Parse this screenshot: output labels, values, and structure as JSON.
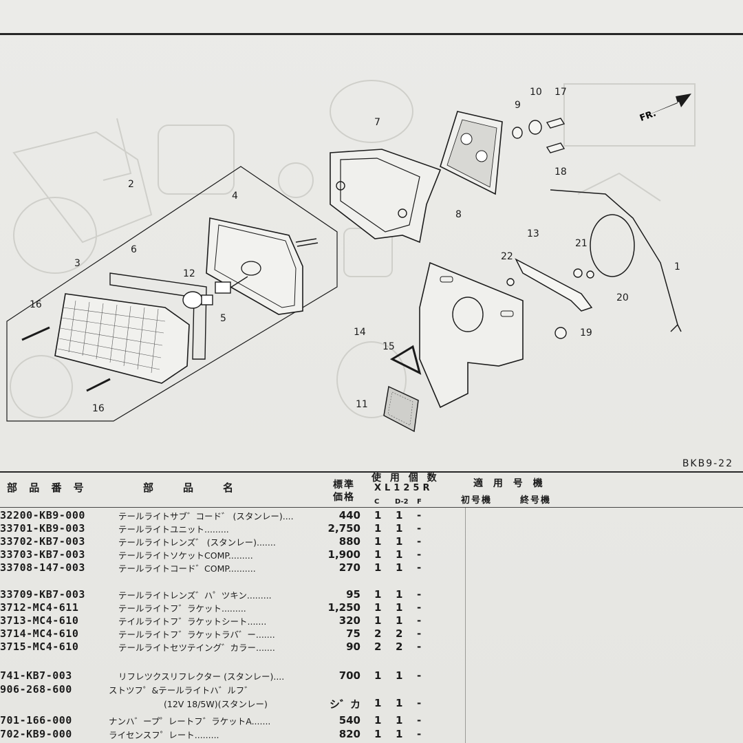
{
  "ref_code": "BKB9-22",
  "diagram": {
    "fr_label": "FR.",
    "callouts": [
      "1",
      "2",
      "3",
      "4",
      "5",
      "6",
      "7",
      "8",
      "9",
      "10",
      "11",
      "12",
      "13",
      "14",
      "15",
      "16",
      "16",
      "17",
      "18",
      "19",
      "20",
      "21",
      "22"
    ]
  },
  "table": {
    "col_part_no": "部 品 番 号",
    "col_name": "部　品　名",
    "col_price_1": "標準",
    "col_price_2": "価格",
    "col_usage": "使 用 個 数",
    "col_model": "XL125R",
    "col_c": "C",
    "col_d2": "D-2",
    "col_f": "F",
    "col_applicable": "適 用 号 機",
    "col_first": "初号機",
    "col_last": "終号機",
    "rows": [
      {
        "part_no": "32200-KB9-000",
        "name": "テールライトサブ゛コード゛ (スタンレー)....",
        "price": "440",
        "c": "1",
        "d2": "1",
        "f": "-"
      },
      {
        "part_no": "33701-KB9-003",
        "name": "テールライトユニット.........",
        "price": "2,750",
        "c": "1",
        "d2": "1",
        "f": "-"
      },
      {
        "part_no": "33702-KB7-003",
        "name": "テールライトレンズ゛ (スタンレー).......",
        "price": "880",
        "c": "1",
        "d2": "1",
        "f": "-"
      },
      {
        "part_no": "33703-KB7-003",
        "name": "テールライトソケットCOMP.........",
        "price": "1,900",
        "c": "1",
        "d2": "1",
        "f": "-"
      },
      {
        "part_no": "33708-147-003",
        "name": "テールライトコード゛COMP..........",
        "price": "270",
        "c": "1",
        "d2": "1",
        "f": "-"
      },
      {
        "part_no": "33709-KB7-003",
        "name": "テールライトレンズ゛ハ゜ツキン.........",
        "price": "95",
        "c": "1",
        "d2": "1",
        "f": "-"
      },
      {
        "part_no": "3712-MC4-611",
        "name": "テールライトフ゛ラケット.........",
        "price": "1,250",
        "c": "1",
        "d2": "1",
        "f": "-"
      },
      {
        "part_no": "3713-MC4-610",
        "name": "テイルライトフ゛ラケットシート.......",
        "price": "320",
        "c": "1",
        "d2": "1",
        "f": "-"
      },
      {
        "part_no": "3714-MC4-610",
        "name": "テールライトフ゛ラケットラバ゛ー.......",
        "price": "75",
        "c": "2",
        "d2": "2",
        "f": "-"
      },
      {
        "part_no": "3715-MC4-610",
        "name": "テールライトセツテイング゛カラー.......",
        "price": "90",
        "c": "2",
        "d2": "2",
        "f": "-"
      },
      {
        "part_no": "741-KB7-003",
        "name": "リフレツクスリフレクター (スタンレー)....",
        "price": "700",
        "c": "1",
        "d2": "1",
        "f": "-"
      },
      {
        "part_no": "906-268-600",
        "name": "ストツフ゜&テールライトハ゛ルフ゛",
        "price": "",
        "c": "",
        "d2": "",
        "f": ""
      },
      {
        "part_no": "",
        "name": "(12V 18/5W)(スタンレー)",
        "price": "シ゛カ",
        "c": "1",
        "d2": "1",
        "f": "-"
      },
      {
        "part_no": "701-166-000",
        "name": "ナンハ゛ープ゜レートフ゛ラケットA.......",
        "price": "540",
        "c": "1",
        "d2": "1",
        "f": "-"
      },
      {
        "part_no": "702-KB9-000",
        "name": "ライセンスフ゜レート.........",
        "price": "820",
        "c": "1",
        "d2": "1",
        "f": "-"
      }
    ]
  },
  "colors": {
    "ink": "#1b1b1b",
    "paper": "#e9e9e6",
    "ghost": "#c8c8c3"
  }
}
